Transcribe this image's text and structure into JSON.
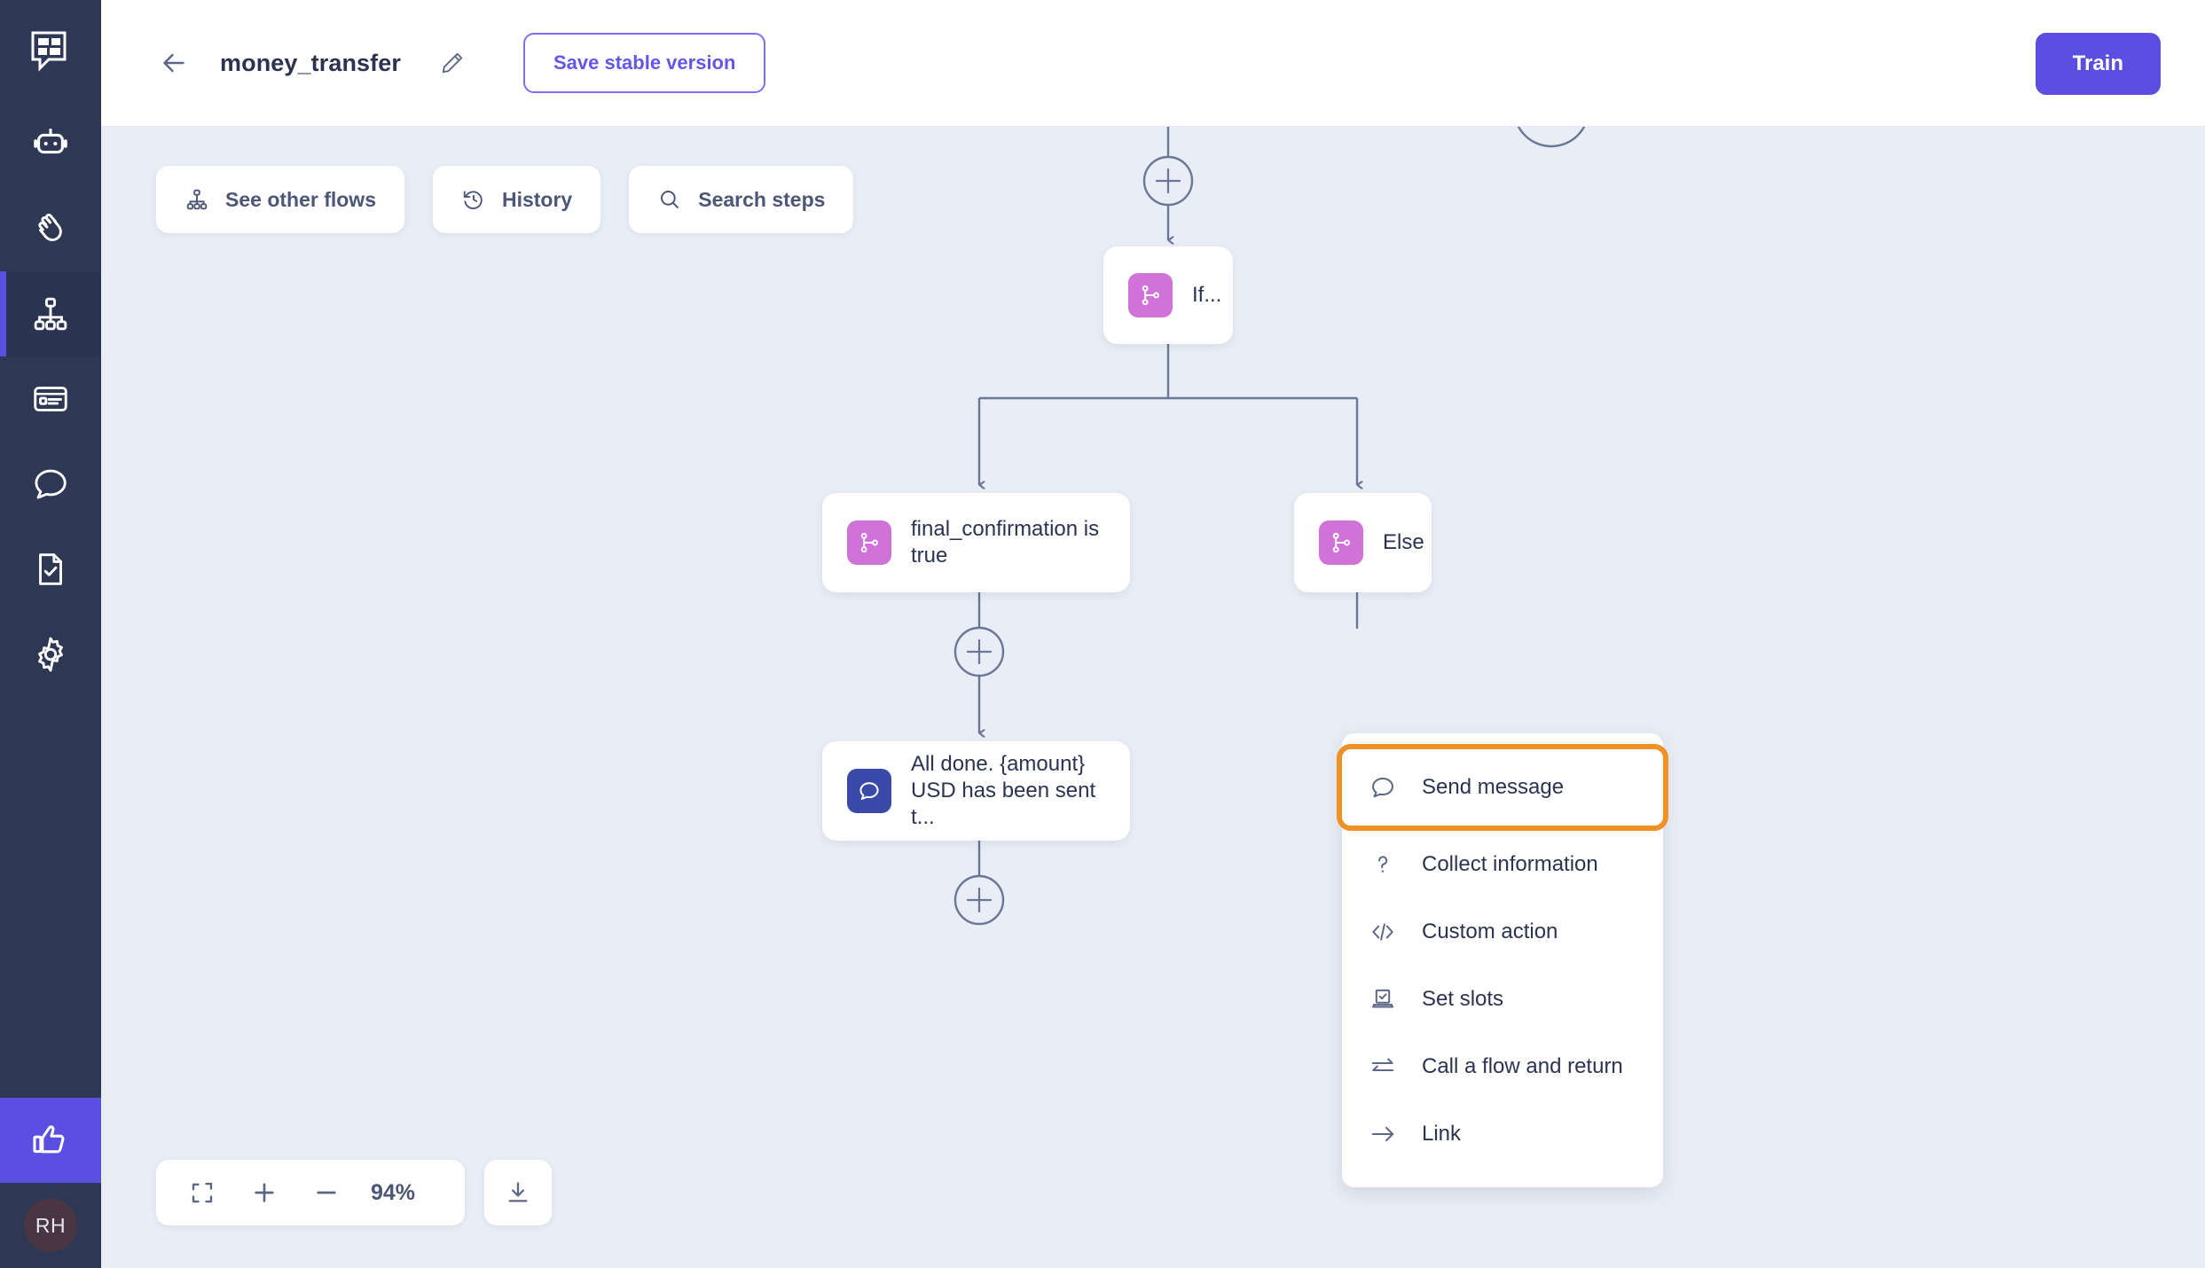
{
  "app": {
    "logo": "rasa-logo",
    "accent_purple": "#5a4fe0",
    "canvas_bg": "#e9edf5",
    "sidebar_bg": "#2e3855",
    "highlight_orange": "#ef9124"
  },
  "sidebar": {
    "items": [
      {
        "id": "assistant",
        "icon": "robot-icon",
        "active": false
      },
      {
        "id": "greetings",
        "icon": "waving-hand-icon",
        "active": false
      },
      {
        "id": "flows",
        "icon": "flow-hierarchy-icon",
        "active": true
      },
      {
        "id": "cards",
        "icon": "card-icon",
        "active": false
      },
      {
        "id": "conversations",
        "icon": "chat-bubble-icon",
        "active": false
      },
      {
        "id": "tests",
        "icon": "document-check-icon",
        "active": false
      },
      {
        "id": "settings",
        "icon": "gear-icon",
        "active": false
      }
    ],
    "feedback_icon": "thumbs-up-icon",
    "avatar_initials": "RH"
  },
  "topbar": {
    "back_icon": "arrow-left-icon",
    "title": "money_transfer",
    "edit_icon": "pencil-icon",
    "save_label": "Save stable version",
    "train_label": "Train"
  },
  "canvas_toolbar": {
    "chips": [
      {
        "icon": "flow-hierarchy-icon",
        "label": "See other flows"
      },
      {
        "icon": "history-clock-icon",
        "label": "History"
      },
      {
        "icon": "search-icon",
        "label": "Search steps"
      }
    ]
  },
  "flow": {
    "nodes": [
      {
        "id": "if",
        "type": "branch",
        "icon": "branch-icon",
        "label": "If..."
      },
      {
        "id": "final_confirmation",
        "type": "branch",
        "icon": "branch-icon",
        "label": "final_confirmation is true"
      },
      {
        "id": "else",
        "type": "branch",
        "icon": "branch-icon",
        "label": "Else"
      },
      {
        "id": "all_done",
        "type": "message",
        "icon": "chat-bubble-icon",
        "label": "All done. {amount} USD has been sent t..."
      }
    ],
    "add_buttons": 3
  },
  "step_menu": {
    "items": [
      {
        "id": "send-message",
        "icon": "chat-bubble-icon",
        "label": "Send message",
        "highlighted": true
      },
      {
        "id": "collect-information",
        "icon": "question-mark-icon",
        "label": "Collect information",
        "highlighted": false
      },
      {
        "id": "custom-action",
        "icon": "code-brackets-icon",
        "label": "Custom action",
        "highlighted": false
      },
      {
        "id": "set-slots",
        "icon": "form-check-icon",
        "label": "Set slots",
        "highlighted": false
      },
      {
        "id": "call-flow-return",
        "icon": "swap-arrows-icon",
        "label": "Call a flow and return",
        "highlighted": false
      },
      {
        "id": "link",
        "icon": "arrow-right-icon",
        "label": "Link",
        "highlighted": false
      }
    ]
  },
  "zoom_controls": {
    "fit_icon": "fit-screen-icon",
    "zoom_in_icon": "plus-icon",
    "zoom_out_icon": "minus-icon",
    "level": "94%",
    "download_icon": "download-icon"
  }
}
